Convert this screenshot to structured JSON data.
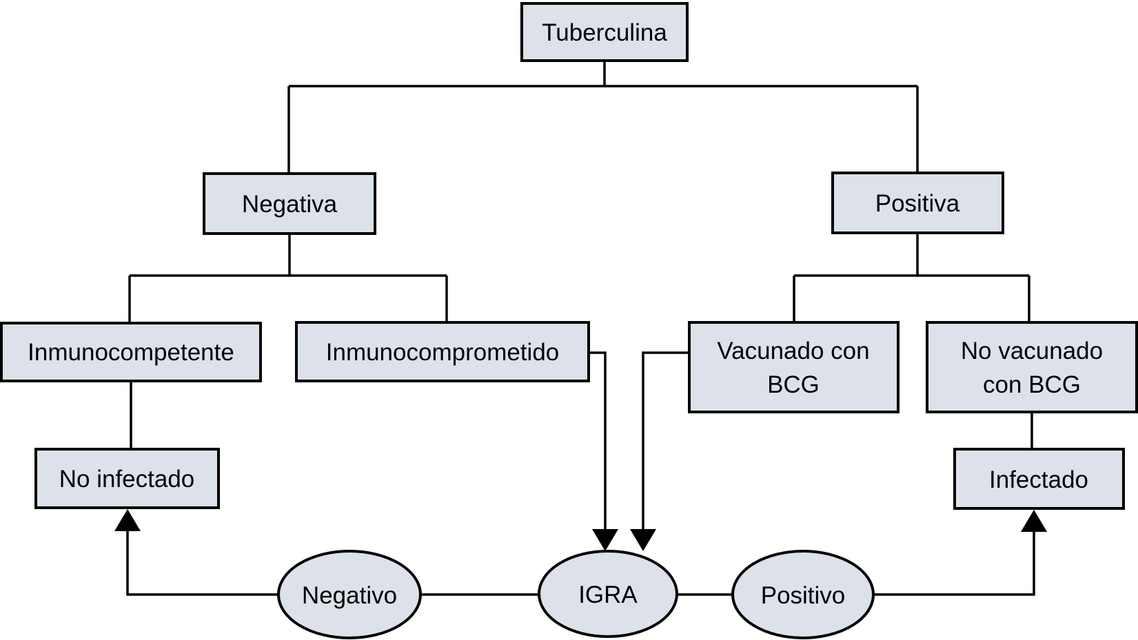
{
  "diagram": {
    "type": "flowchart",
    "language": "es",
    "colors": {
      "background": "#ffffff",
      "node_fill": "#dde1e9",
      "node_border": "#000000",
      "edge_color": "#000000",
      "text_color": "#000000"
    },
    "nodes": {
      "tuberculina": {
        "label": "Tuberculina",
        "shape": "rect"
      },
      "negativa": {
        "label": "Negativa",
        "shape": "rect"
      },
      "positiva": {
        "label": "Positiva",
        "shape": "rect"
      },
      "inmunocompetente": {
        "label": "Inmunocompetente",
        "shape": "rect"
      },
      "inmunocomprometido": {
        "label": "Inmunocomprometido",
        "shape": "rect"
      },
      "vacunado_bcg": {
        "label": "Vacunado con BCG",
        "line1": "Vacunado con",
        "line2": "BCG",
        "shape": "rect"
      },
      "no_vacunado_bcg": {
        "label": "No vacunado con BCG",
        "line1": "No vacunado",
        "line2": "con BCG",
        "shape": "rect"
      },
      "no_infectado": {
        "label": "No infectado",
        "shape": "rect"
      },
      "infectado": {
        "label": "Infectado",
        "shape": "rect"
      },
      "negativo": {
        "label": "Negativo",
        "shape": "ellipse"
      },
      "igra": {
        "label": "IGRA",
        "shape": "ellipse"
      },
      "positivo": {
        "label": "Positivo",
        "shape": "ellipse"
      }
    },
    "edges": [
      {
        "from": "tuberculina",
        "to": "negativa",
        "arrow": false
      },
      {
        "from": "tuberculina",
        "to": "positiva",
        "arrow": false
      },
      {
        "from": "negativa",
        "to": "inmunocompetente",
        "arrow": false
      },
      {
        "from": "negativa",
        "to": "inmunocomprometido",
        "arrow": false
      },
      {
        "from": "positiva",
        "to": "vacunado_bcg",
        "arrow": false
      },
      {
        "from": "positiva",
        "to": "no_vacunado_bcg",
        "arrow": false
      },
      {
        "from": "inmunocompetente",
        "to": "no_infectado",
        "arrow": false
      },
      {
        "from": "no_vacunado_bcg",
        "to": "infectado",
        "arrow": false
      },
      {
        "from": "inmunocomprometido",
        "to": "igra",
        "arrow": true
      },
      {
        "from": "vacunado_bcg",
        "to": "igra",
        "arrow": true
      },
      {
        "from": "igra",
        "to": "negativo",
        "arrow": false
      },
      {
        "from": "igra",
        "to": "positivo",
        "arrow": false
      },
      {
        "from": "negativo",
        "to": "no_infectado",
        "arrow": true
      },
      {
        "from": "positivo",
        "to": "infectado",
        "arrow": true
      }
    ]
  }
}
